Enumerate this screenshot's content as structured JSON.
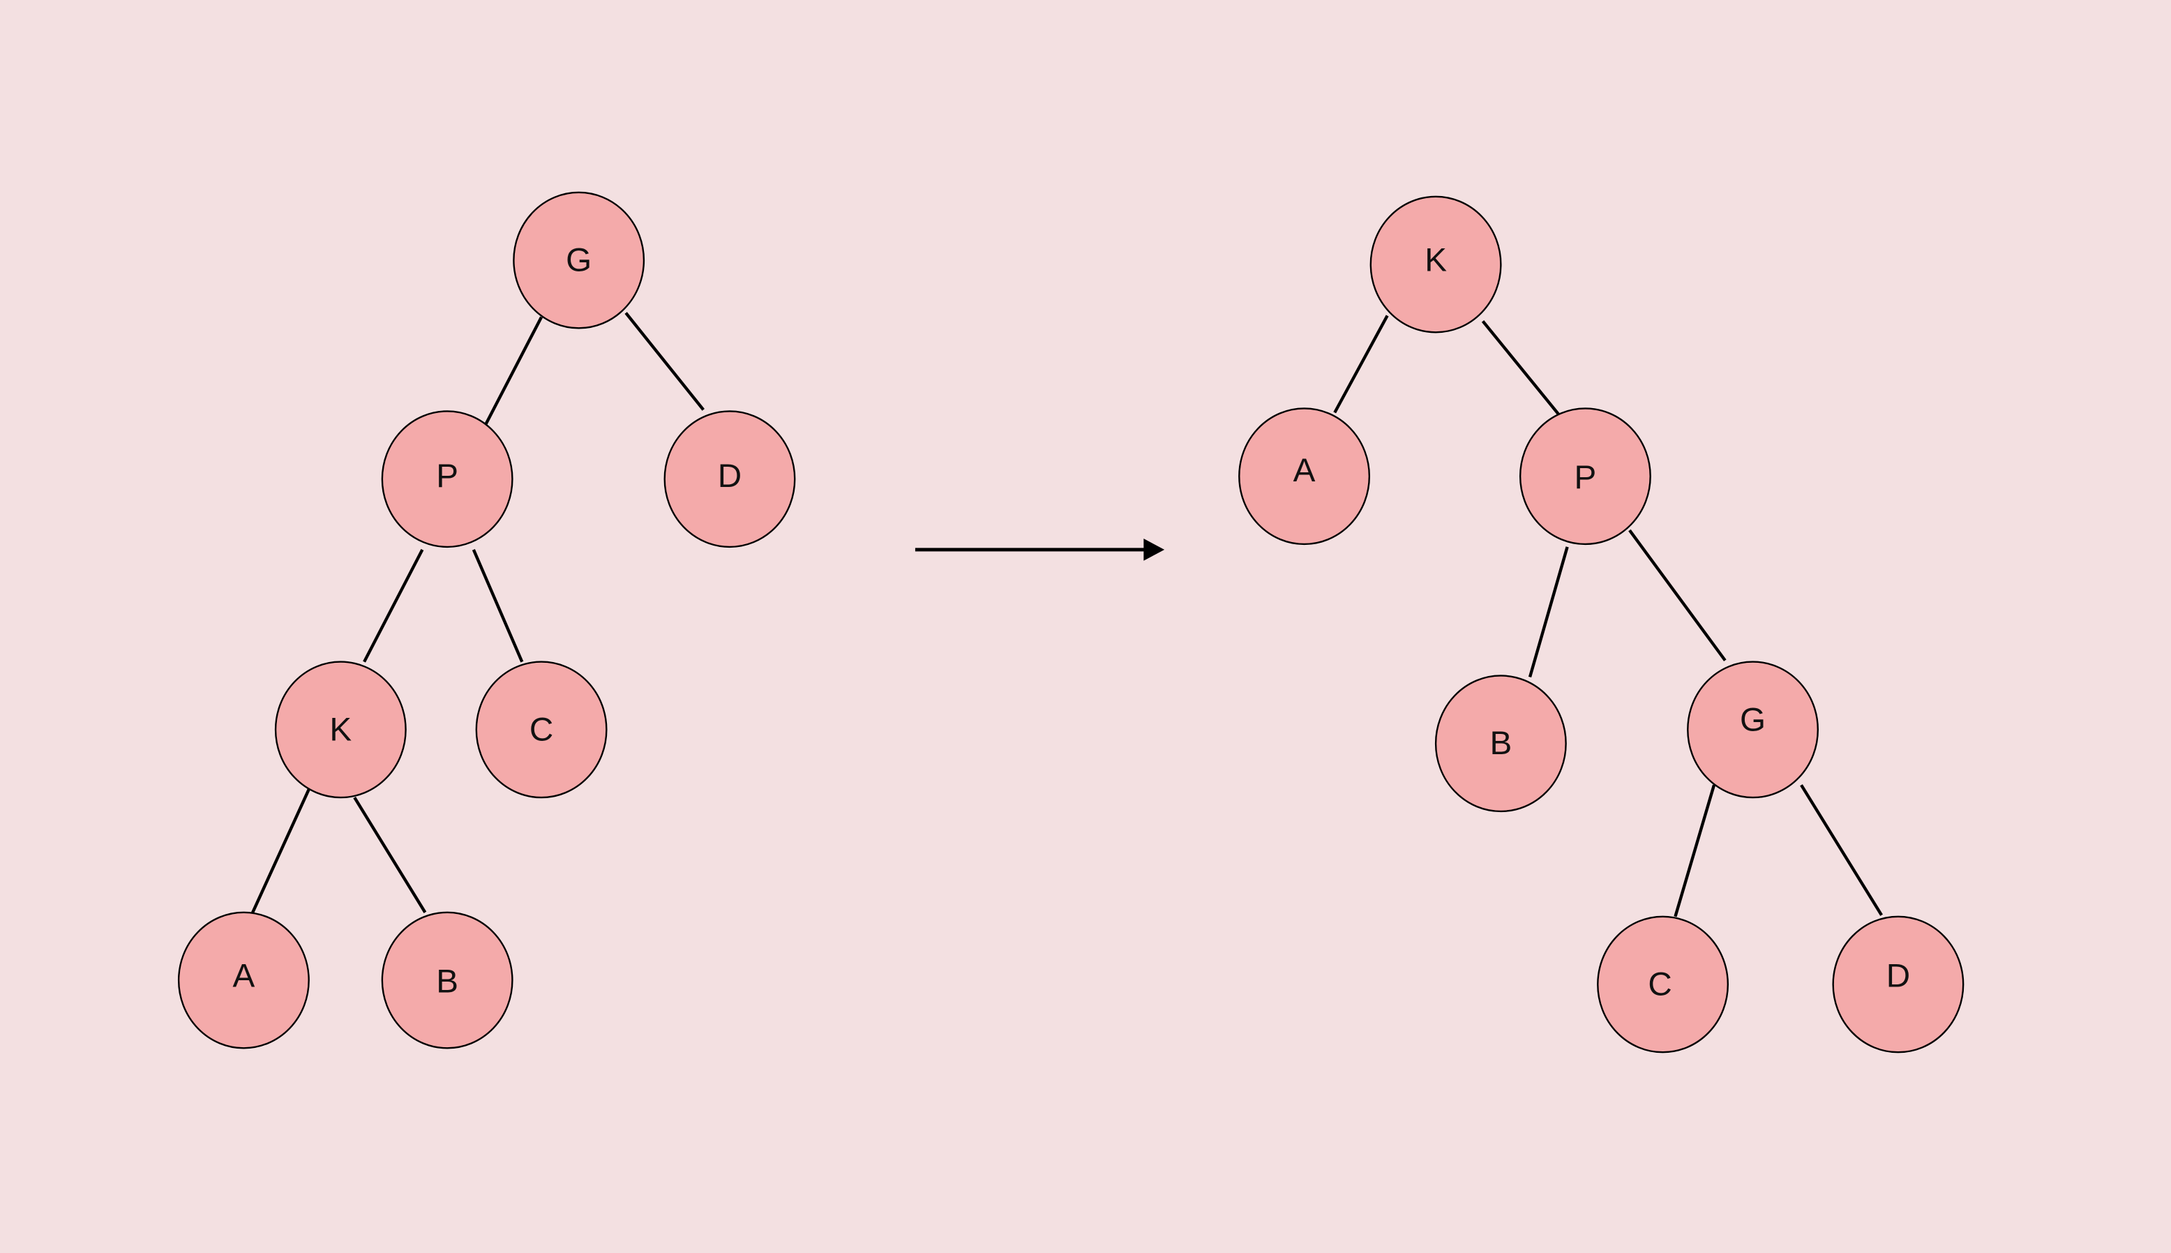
{
  "colors": {
    "background": "#f3e0e1",
    "node_fill": "#f4aaaa",
    "stroke": "#000000"
  },
  "before_tree": {
    "nodes": {
      "G": "G",
      "P": "P",
      "D": "D",
      "K": "K",
      "C": "C",
      "A": "A",
      "B": "B"
    }
  },
  "after_tree": {
    "nodes": {
      "K": "K",
      "A": "A",
      "P": "P",
      "B": "B",
      "G": "G",
      "C": "C",
      "D": "D"
    }
  }
}
